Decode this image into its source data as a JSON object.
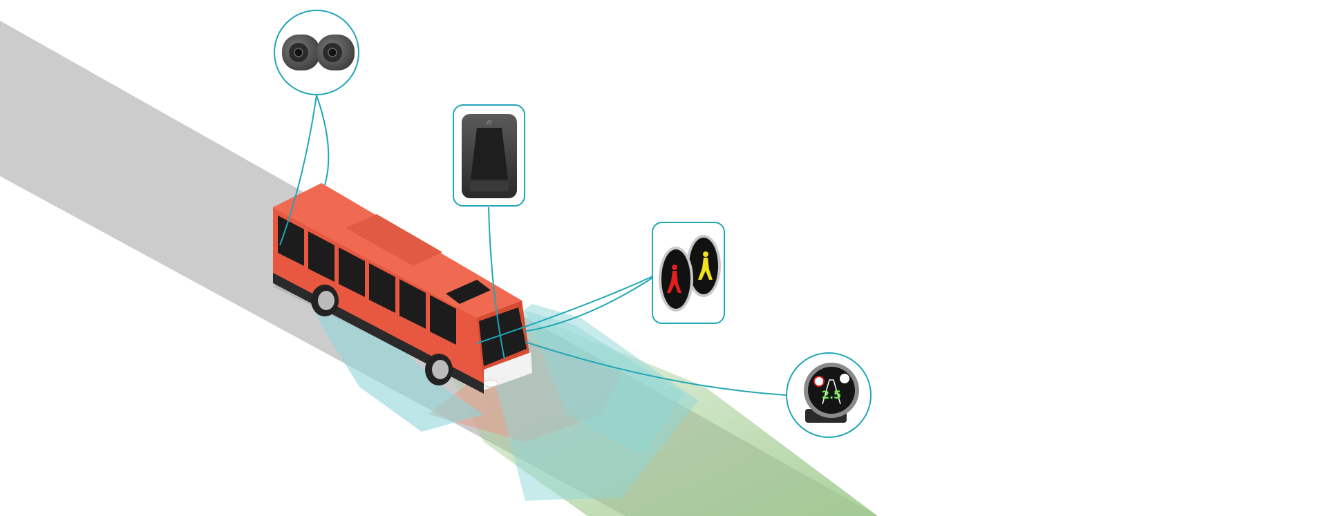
{
  "display": {
    "speed_value": "2.5"
  },
  "colors": {
    "background": "#ffffff",
    "road": "#cccccc",
    "accent_teal": "#1fa6b5",
    "bus_body": "#e8573f",
    "bus_roof": "#f06a52",
    "bus_windows": "#1c1c1c",
    "coverage_teal": "#8fd6d8",
    "coverage_red": "#e89a8a",
    "coverage_green": "#9cc98a",
    "pedestrian_red": "#e0201c",
    "pedestrian_yellow": "#f2e21a",
    "display_green": "#7ef05a"
  },
  "components": [
    {
      "id": "dual-camera",
      "icon": "camera-icon"
    },
    {
      "id": "control-unit",
      "icon": "processor-icon"
    },
    {
      "id": "pedestrian-warning-lights",
      "icon": "pedestrian-icon"
    },
    {
      "id": "driver-display",
      "icon": "gauge-icon"
    }
  ]
}
